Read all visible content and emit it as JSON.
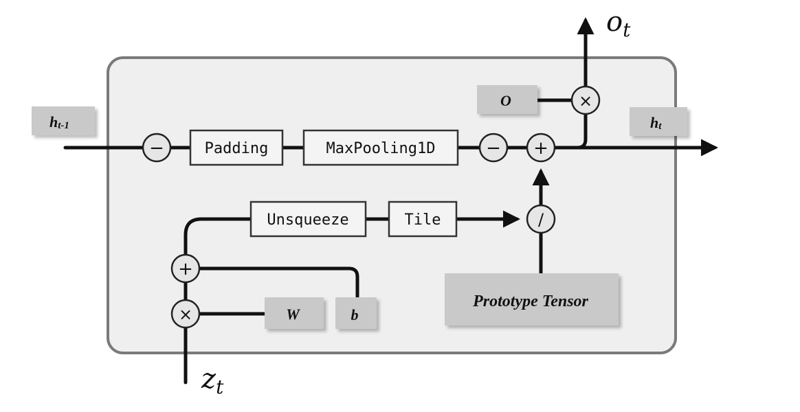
{
  "inputs": {
    "h_prev": {
      "main": "h",
      "sub": "t-1"
    },
    "z": {
      "main": "z",
      "sub": "t"
    }
  },
  "outputs": {
    "h_next": {
      "main": "h",
      "sub": "t"
    },
    "o": {
      "main": "o",
      "sub": "t"
    }
  },
  "blocks": {
    "padding": "Padding",
    "maxpool": "MaxPooling1D",
    "unsqueeze": "Unsqueeze",
    "tile": "Tile"
  },
  "params": {
    "o": "O",
    "w": "W",
    "b": "b",
    "prototype": "Prototype Tensor"
  },
  "ops": {
    "minus": "−",
    "plus": "+",
    "times": "×",
    "divide": "∕"
  },
  "colors": {
    "panel_fill": "#efefef",
    "panel_stroke": "#7a7a7a",
    "block_fill": "#f4f4f4",
    "param_fill": "#c9c9c9",
    "line": "#111111"
  }
}
